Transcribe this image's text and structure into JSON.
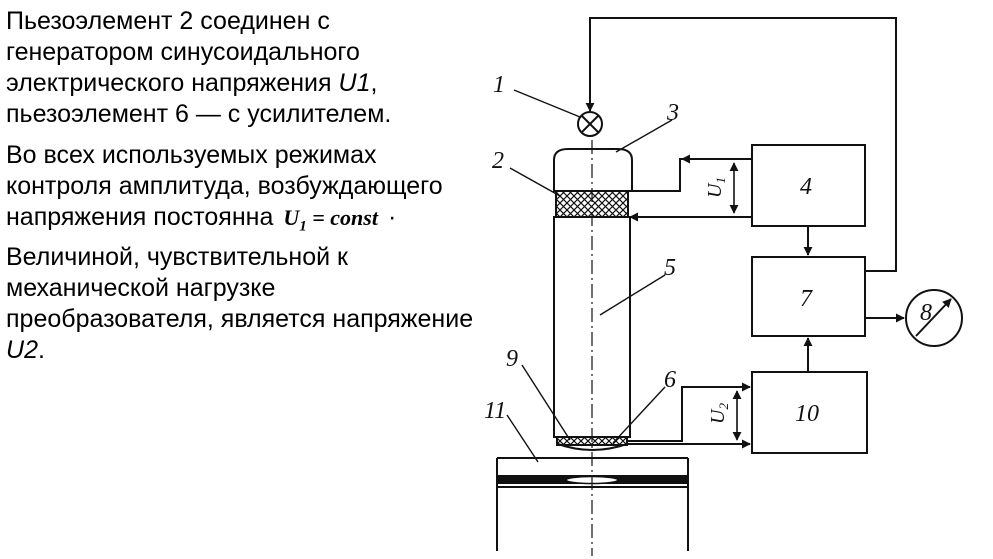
{
  "text": {
    "p1_a": "Пьезоэлемент 2 соединен с генератором синусоидального электрического напряжения ",
    "p1_u": "U",
    "p1_u_sub": "1",
    "p1_b": ", пьезоэлемент 6 — с усилителем.",
    "p2_a": "Во всех используемых режимах контроля амплитуда, возбуждающего напряжения постоянна",
    "formula_u": "U",
    "formula_sub": "1",
    "formula_rest": " = const",
    "formula_dot": "·",
    "p2_b": "Величиной, чувствительной к механической нагрузке преобразователя, является напряжение ",
    "p2_u": "U",
    "p2_u_sub": "2",
    "p2_end": "."
  },
  "diagram": {
    "labels": {
      "n1": "1",
      "n2": "2",
      "n3": "3",
      "n4": "4",
      "n5": "5",
      "n6": "6",
      "n7": "7",
      "n8": "8",
      "n9": "9",
      "n10": "10",
      "n11": "11"
    },
    "voltage_u1": "U",
    "voltage_u1_sub": "1",
    "voltage_u2": "U",
    "voltage_u2_sub": "2"
  }
}
